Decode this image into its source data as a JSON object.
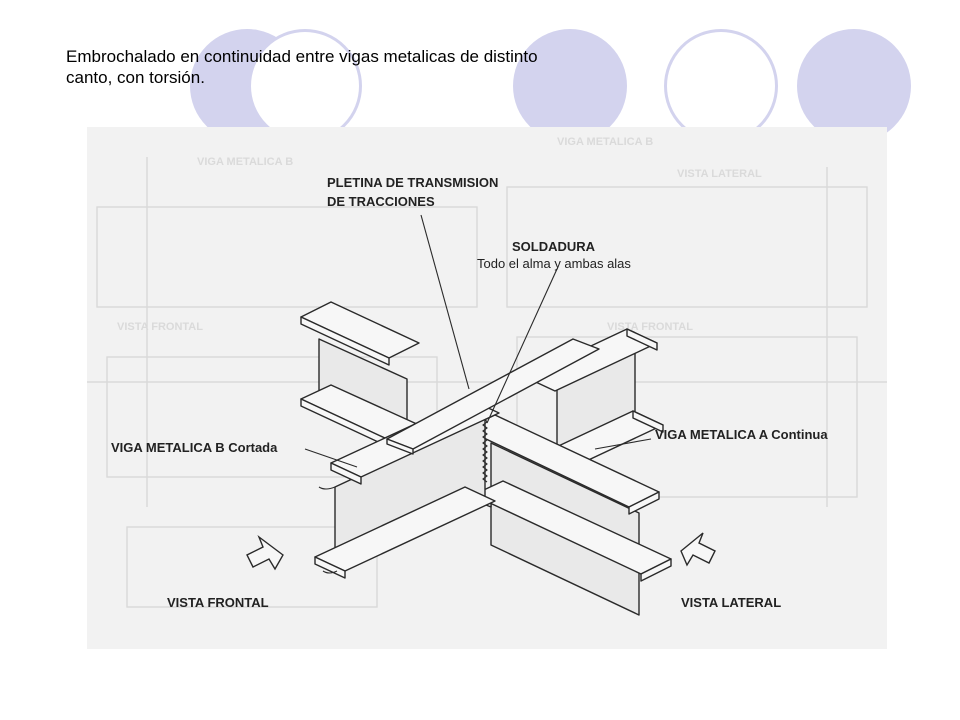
{
  "title": {
    "line1": "Embrochalado en continuidad entre vigas metalicas de distinto",
    "line2": "canto, con torsión."
  },
  "decor": {
    "circle_fill_color": "#d3d3ee",
    "circles": [
      "filled",
      "outline",
      "filled",
      "outline",
      "filled"
    ]
  },
  "figure": {
    "background_ghost_labels": [
      "VIGA METALICA B",
      "VIGA METALICA B",
      "VISTA FRONTAL",
      "VISTA LATERAL",
      "VISTA FRONTAL"
    ],
    "labels": {
      "pletina_line1": "PLETINA DE TRANSMISION",
      "pletina_line2": "DE TRACCIONES",
      "soldadura": "SOLDADURA",
      "soldadura_detail": "Todo el alma y ambas alas",
      "viga_b": "VIGA METALICA B Cortada",
      "viga_a": "VIGA METALICA A Continua",
      "vista_frontal": "VISTA FRONTAL",
      "vista_lateral": "VISTA LATERAL"
    }
  }
}
